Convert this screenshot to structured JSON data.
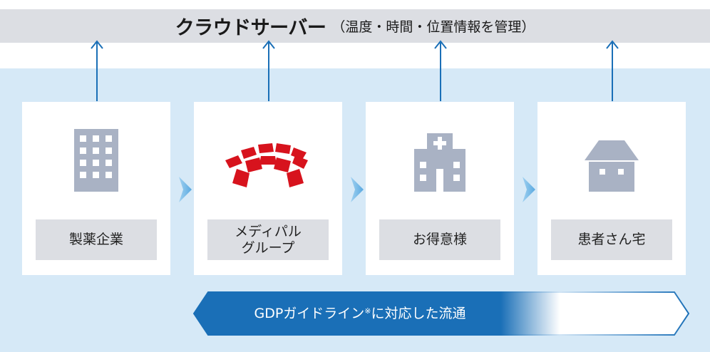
{
  "cloud": {
    "title": "クラウドサーバー",
    "subtitle": "（温度・時間・位置情報を管理）"
  },
  "stages": [
    {
      "label_line1": "製薬企業",
      "label_line2": "",
      "icon": "office-building-icon"
    },
    {
      "label_line1": "メディパル",
      "label_line2": "グループ",
      "icon": "medipal-logo-icon"
    },
    {
      "label_line1": "お得意様",
      "label_line2": "",
      "icon": "hospital-icon"
    },
    {
      "label_line1": "患者さん宅",
      "label_line2": "",
      "icon": "house-icon"
    }
  ],
  "gdp_flow": {
    "text_main": "GDPガイドライン",
    "text_mark": "※",
    "text_rest": "に対応した流通"
  },
  "colors": {
    "arrow_blue": "#1a6fb7",
    "panel_bg": "#d6e9f7",
    "label_bg": "#dcdee3",
    "icon_gray": "#a9b2c4",
    "logo_red": "#d7131d"
  }
}
